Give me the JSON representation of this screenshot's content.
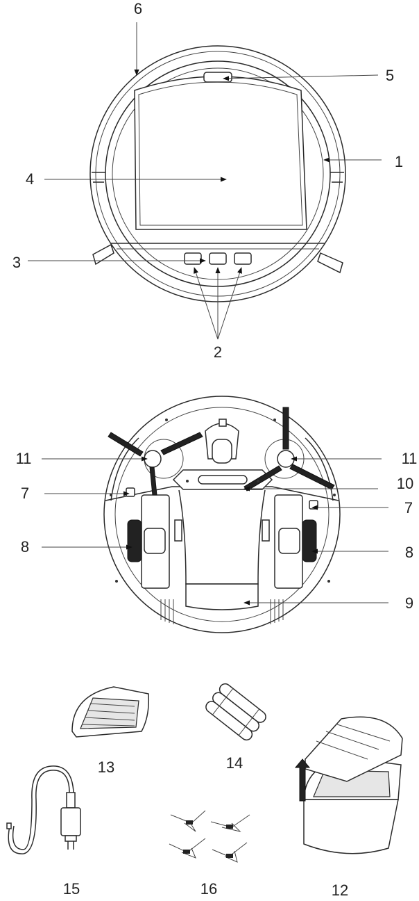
{
  "labels": {
    "n1": "1",
    "n2": "2",
    "n3": "3",
    "n4": "4",
    "n5": "5",
    "n6": "6",
    "n7a": "7",
    "n7b": "7",
    "n8a": "8",
    "n8b": "8",
    "n9": "9",
    "n10": "10",
    "n11a": "11",
    "n11b": "11",
    "n12": "12",
    "n13": "13",
    "n14": "14",
    "n15": "15",
    "n16": "16"
  }
}
